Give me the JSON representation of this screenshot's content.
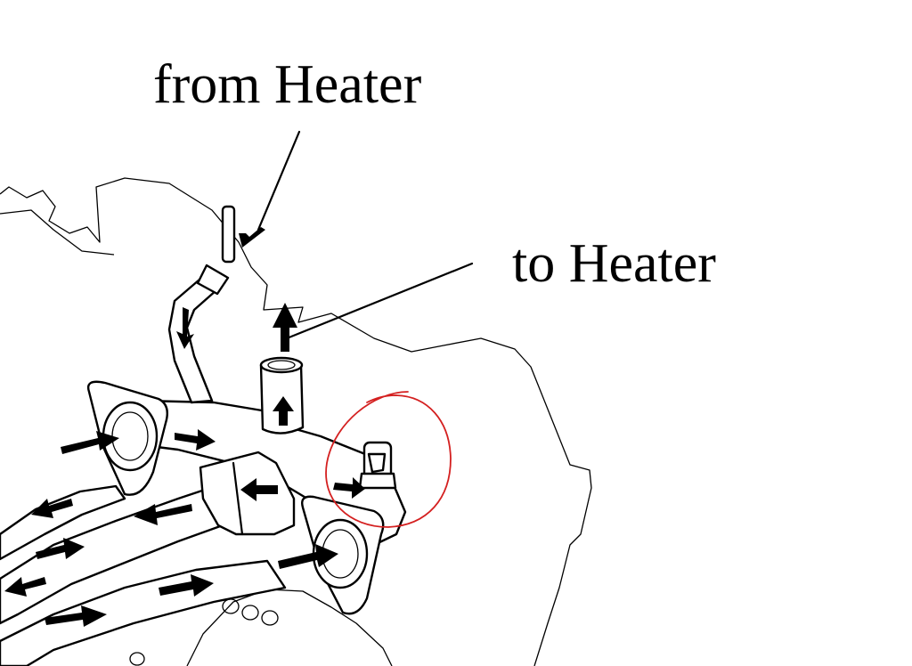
{
  "labels": {
    "from_heater": "from Heater",
    "to_heater": "to Heater"
  },
  "colors": {
    "line": "#000000",
    "highlight_circle": "#d42020",
    "background": "#ffffff"
  },
  "flow_arrow_count": 15
}
